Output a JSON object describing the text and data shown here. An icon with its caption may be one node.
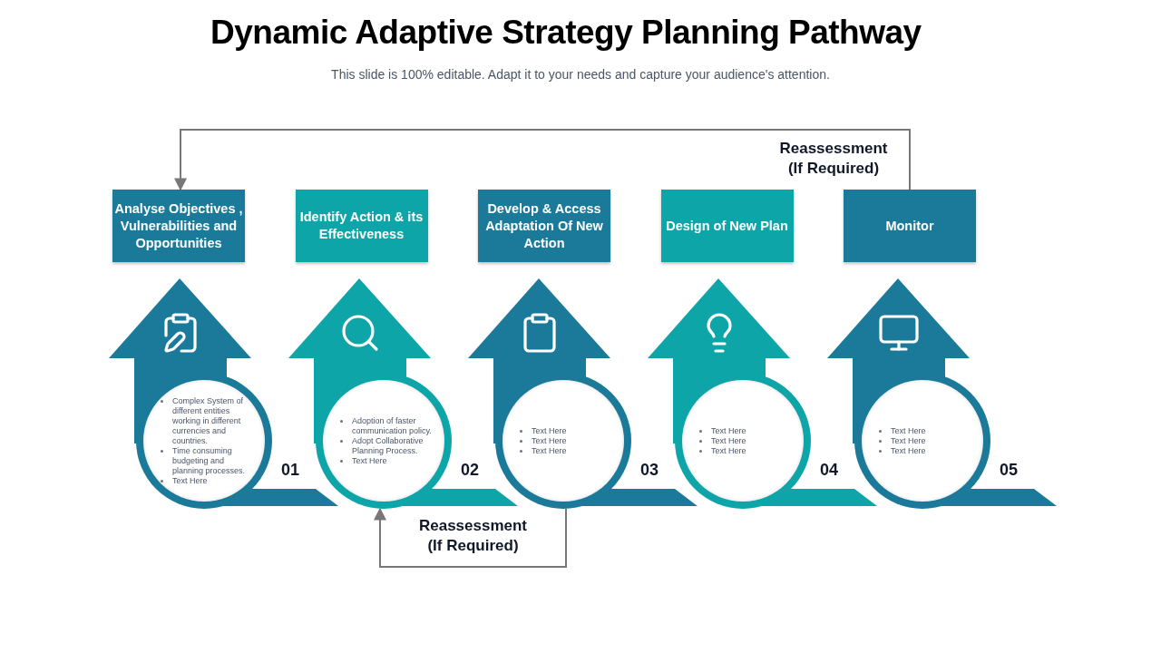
{
  "diagram": {
    "title": "Dynamic Adaptive Strategy Planning Pathway",
    "nodes": [
      {
        "text": [
          "Analyse Objectives , Vulnerabilities and Opportunities"
        ]
      },
      {
        "text": [
          "Identify Action & its Effectiveness"
        ]
      },
      {
        "text": [
          "Develop & Access Adaptation Of New Action"
        ]
      },
      {
        "text": [
          "Design of New Plan"
        ]
      },
      {
        "text": [
          "Monitor"
        ]
      },
      {
        "text": [
          "01"
        ]
      },
      {
        "text": [
          "Complex System of different entities working in different currencies and countries.",
          "Time consuming budgeting and planning processes.",
          "Text Here"
        ],
        "in": 5
      },
      {
        "text": [
          "02"
        ]
      },
      {
        "text": [
          "Adoption of faster communication policy.",
          "Adopt Collaborative Planning Process.",
          "Text Here"
        ],
        "in": 7
      },
      {
        "text": [
          "03"
        ]
      },
      {
        "text": [
          "Text Here",
          "Text Here",
          "Text Here"
        ],
        "in": 9
      },
      {
        "text": [
          "04"
        ]
      },
      {
        "text": [
          "Text Here",
          "Text Here",
          "Text Here"
        ],
        "in": 11
      },
      {
        "text": [
          "05"
        ]
      },
      {
        "text": [
          "Text Here",
          "Text Here",
          "Text Here"
        ],
        "in": 13
      }
    ],
    "edges": [
      {
        "from": 4,
        "to": 0,
        "arrow": "to",
        "label": "Reassessment (If Required)"
      },
      {
        "from": 9,
        "to": 7,
        "arrow": "to",
        "label": "Reassessment (If Required)"
      }
    ],
    "labels": [
      "This slide is 100% editable. Adapt it to your needs and capture your audience's attention."
    ]
  }
}
